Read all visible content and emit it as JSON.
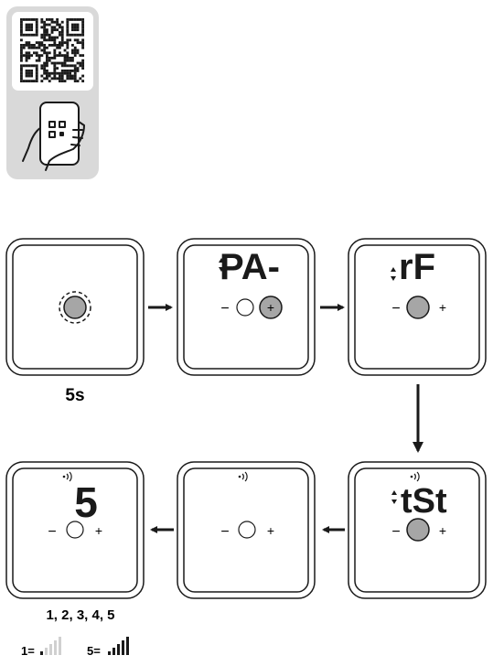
{
  "step1": {
    "caption": "5s"
  },
  "step2": {
    "display": "PA-",
    "minus": "−",
    "plus": "+"
  },
  "step3": {
    "display": "rF",
    "minus": "−",
    "plus": "+"
  },
  "step4": {
    "display": "tSt",
    "minus": "−",
    "plus": "+"
  },
  "step5": {
    "minus": "−",
    "plus": "+"
  },
  "step6": {
    "display": "5",
    "minus": "−",
    "plus": "+",
    "caption": "1, 2, 3, 4, 5"
  },
  "legend": {
    "one_label": "1=",
    "five_label": "5=",
    "one_level": 1,
    "five_level": 5,
    "max_level": 5
  },
  "colors": {
    "button": "#a6a6a6",
    "card": "#d9d9d9",
    "bar_dim": "#d0d0d0"
  }
}
